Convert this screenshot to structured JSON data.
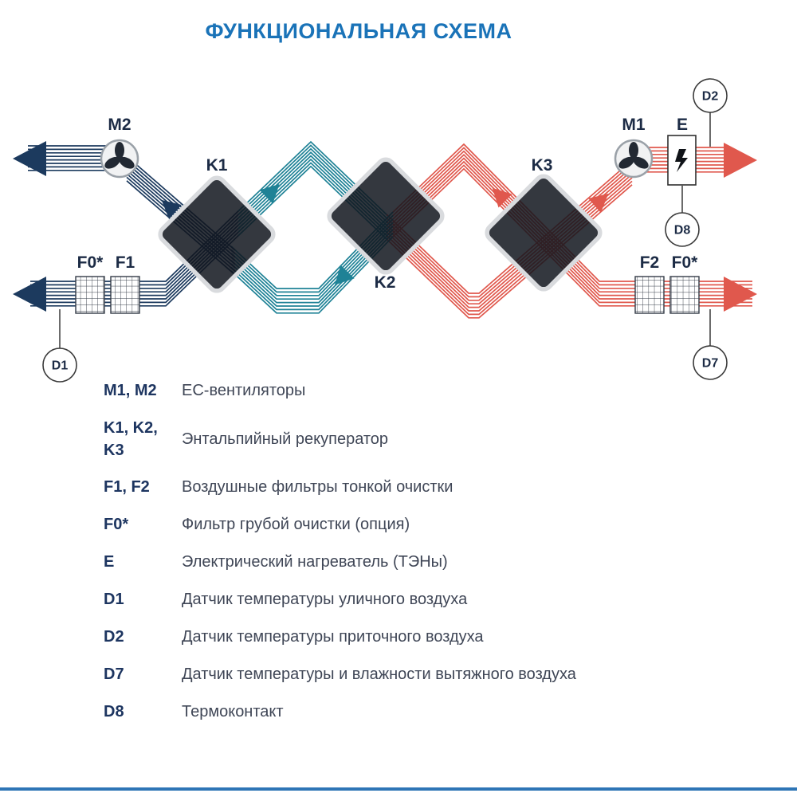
{
  "title": "ФУНКЦИОНАЛЬНАЯ СХЕМА",
  "colors": {
    "title_blue": "#1a73b8",
    "navy": "#1c3a5e",
    "teal": "#1f8296",
    "red": "#e0584d",
    "recuperator_dark": "#10151d",
    "footer_blue": "#2e75b6"
  },
  "diagram": {
    "labels": {
      "m1": "M1",
      "m2": "M2",
      "e": "E",
      "k1": "K1",
      "k2": "K2",
      "k3": "K3",
      "f0_left": "F0*",
      "f1": "F1",
      "f2": "F2",
      "f0_right": "F0*",
      "d1": "D1",
      "d2": "D2",
      "d7": "D7",
      "d8": "D8"
    }
  },
  "legend": {
    "items": [
      {
        "key": "M1, M2",
        "desc": "EC-вентиляторы"
      },
      {
        "key": "K1, K2, K3",
        "desc": "Энтальпийный рекуператор"
      },
      {
        "key": "F1, F2",
        "desc": "Воздушные фильтры тонкой очистки"
      },
      {
        "key": "F0*",
        "desc": "Фильтр грубой очистки (опция)"
      },
      {
        "key": "E",
        "desc": "Электрический нагреватель (ТЭНы)"
      },
      {
        "key": "D1",
        "desc": "Датчик температуры уличного воздуха"
      },
      {
        "key": "D2",
        "desc": "Датчик температуры приточного воздуха"
      },
      {
        "key": "D7",
        "desc": "Датчик температуры и влажности вытяжного воздуха"
      },
      {
        "key": "D8",
        "desc": "Термоконтакт"
      }
    ]
  }
}
